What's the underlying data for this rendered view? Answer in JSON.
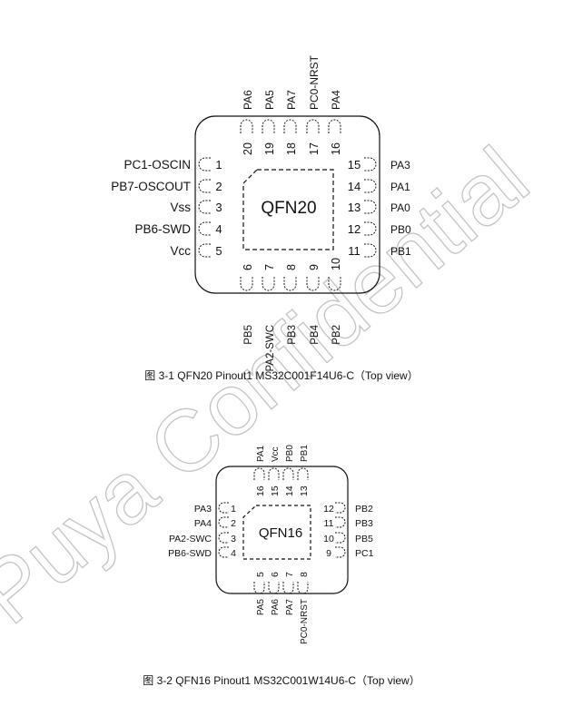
{
  "watermark": "Puya Confidential",
  "figure1": {
    "package": "QFN20",
    "caption": "图 3-1 QFN20 Pinout1 MS32C001F14U6-C（Top view）",
    "left_pins": [
      {
        "num": "1",
        "name": "PC1-OSCIN"
      },
      {
        "num": "2",
        "name": "PB7-OSCOUT"
      },
      {
        "num": "3",
        "name": "Vss"
      },
      {
        "num": "4",
        "name": "PB6-SWD"
      },
      {
        "num": "5",
        "name": "Vcc"
      }
    ],
    "bottom_pins": [
      {
        "num": "6",
        "name": "PB5"
      },
      {
        "num": "7",
        "name": "PA2-SWC"
      },
      {
        "num": "8",
        "name": "PB3"
      },
      {
        "num": "9",
        "name": "PB4"
      },
      {
        "num": "10",
        "name": "PB2"
      }
    ],
    "right_pins": [
      {
        "num": "15",
        "name": "PA3"
      },
      {
        "num": "14",
        "name": "PA1"
      },
      {
        "num": "13",
        "name": "PA0"
      },
      {
        "num": "12",
        "name": "PB0"
      },
      {
        "num": "11",
        "name": "PB1"
      }
    ],
    "top_pins": [
      {
        "num": "20",
        "name": "PA6"
      },
      {
        "num": "19",
        "name": "PA5"
      },
      {
        "num": "18",
        "name": "PA7"
      },
      {
        "num": "17",
        "name": "PC0-NRST"
      },
      {
        "num": "16",
        "name": "PA4"
      }
    ]
  },
  "figure2": {
    "package": "QFN16",
    "caption": "图 3-2 QFN16 Pinout1 MS32C001W14U6-C（Top view）",
    "left_pins": [
      {
        "num": "1",
        "name": "PA3"
      },
      {
        "num": "2",
        "name": "PA4"
      },
      {
        "num": "3",
        "name": "PA2-SWC"
      },
      {
        "num": "4",
        "name": "PB6-SWD"
      }
    ],
    "bottom_pins": [
      {
        "num": "5",
        "name": "PA5"
      },
      {
        "num": "6",
        "name": "PA6"
      },
      {
        "num": "7",
        "name": "PA7"
      },
      {
        "num": "8",
        "name": "PC0-NRST"
      }
    ],
    "right_pins": [
      {
        "num": "12",
        "name": "PB2"
      },
      {
        "num": "11",
        "name": "PB3"
      },
      {
        "num": "10",
        "name": "PB5"
      },
      {
        "num": "9",
        "name": "PC1"
      }
    ],
    "top_pins": [
      {
        "num": "16",
        "name": "PA1"
      },
      {
        "num": "15",
        "name": "Vcc"
      },
      {
        "num": "14",
        "name": "PB0"
      },
      {
        "num": "13",
        "name": "PB1"
      }
    ]
  }
}
